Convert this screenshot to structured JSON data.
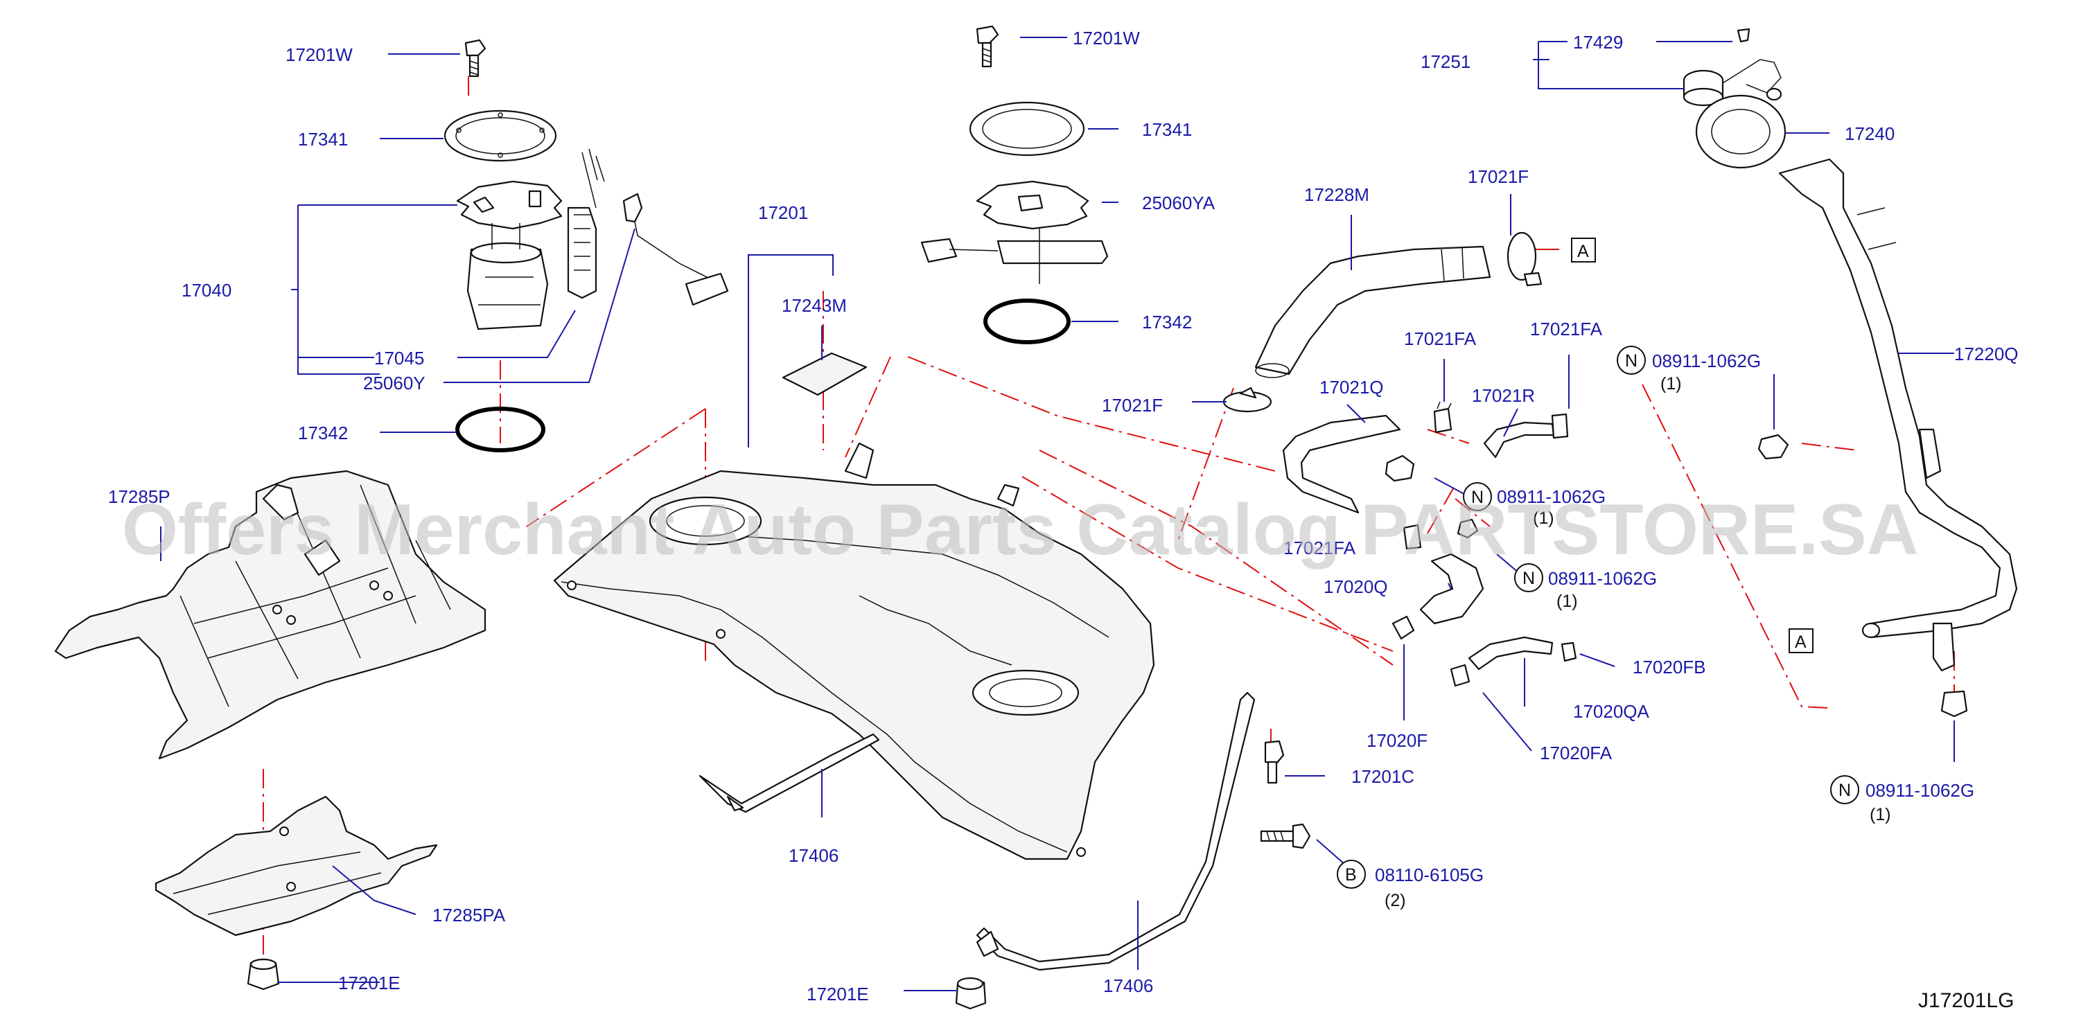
{
  "watermark": "Offers Merchant Auto Parts Catalog PARTSTORE.SA",
  "diagram_code": "J17201LG",
  "labels": {
    "p17201W_a": "17201W",
    "p17341_a": "17341",
    "p17040": "17040",
    "p17045": "17045",
    "p25060Y": "25060Y",
    "p17342_a": "17342",
    "p17285P": "17285P",
    "p17285PA": "17285PA",
    "p17201E_a": "17201E",
    "p17201W_b": "17201W",
    "p17341_b": "17341",
    "p25060YA": "25060YA",
    "p17342_b": "17342",
    "p17201": "17201",
    "p17243M": "17243M",
    "p17406_a": "17406",
    "p17406_b": "17406",
    "p17201E_b": "17201E",
    "p17201C": "17201C",
    "p08110": "08110-6105G",
    "p08110_qty": "(2)",
    "p17228M": "17228M",
    "p17021F_a": "17021F",
    "p17021F_b": "17021F",
    "p17021FA_a": "17021FA",
    "p17021FA_b": "17021FA",
    "p17021Q": "17021Q",
    "p17021R": "17021R",
    "p17021FA_c": "17021FA",
    "p17020Q": "17020Q",
    "p17020F": "17020F",
    "p17020FB": "17020FB",
    "p17020QA": "17020QA",
    "p17020FA": "17020FA",
    "p08911_a": "08911-1062G",
    "p08911_a_qty": "(1)",
    "p08911_b": "08911-1062G",
    "p08911_b_qty": "(1)",
    "p08911_c": "08911-1062G",
    "p08911_c_qty": "(1)",
    "p08911_d": "08911-1062G",
    "p08911_d_qty": "(1)",
    "p17251": "17251",
    "p17429": "17429",
    "p17240": "17240",
    "p17220Q": "17220Q"
  },
  "symbols": {
    "nut": "N",
    "bolt": "B",
    "ref_a": "A"
  }
}
